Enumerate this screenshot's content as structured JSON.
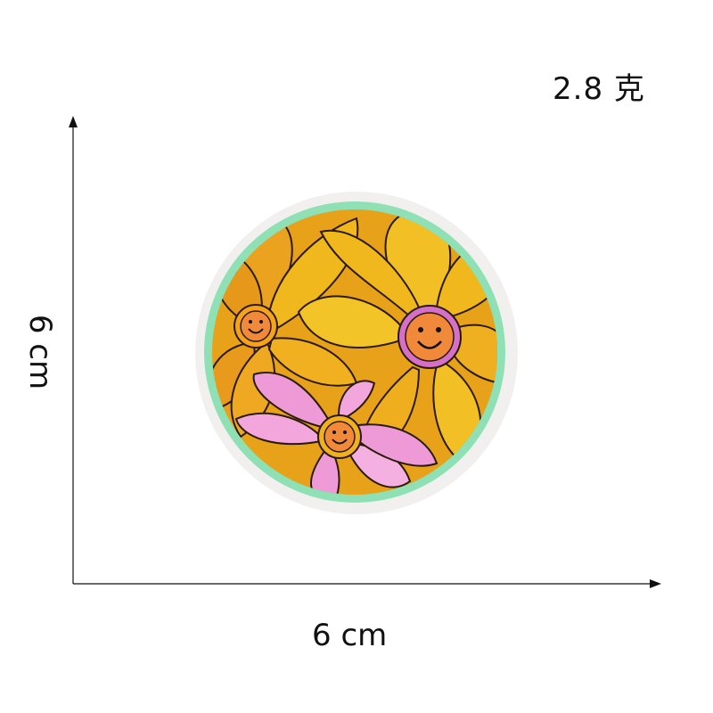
{
  "labels": {
    "weight": "2.8 克",
    "width": "6 cm",
    "height": "6 cm"
  },
  "colors": {
    "border_green": "#8fe0b5",
    "petal_yellow": "#f0b81d",
    "petal_orange": "#e89a1c",
    "petal_pink": "#ee9ad6",
    "face_orange": "#f08a3a",
    "outline": "#2a1a0a"
  },
  "image": {
    "subject": "embroidered-flower-patch"
  }
}
